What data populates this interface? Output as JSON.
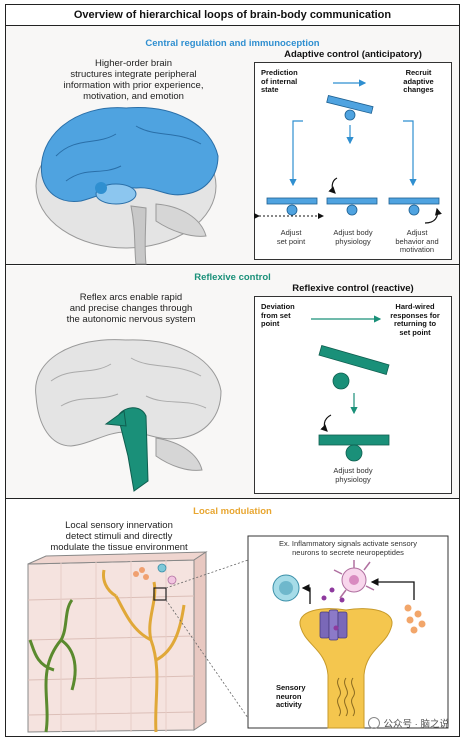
{
  "title": "Overview of hierarchical loops of brain-body communication",
  "central": {
    "heading": "Central regulation and immunoception",
    "description": "Higher-order brain\nstructures integrate peripheral\ninformation with prior experience,\nmotivation, and emotion",
    "box_title": "Adaptive control (anticipatory)",
    "prediction_label": "Prediction\nof internal\nstate",
    "recruit_label": "Recruit\nadaptive\nchanges",
    "outcomes": [
      "Adjust\nset point",
      "Adjust body\nphysiology",
      "Adjust\nbehavior and\nmotivation"
    ],
    "color": "#2f8fd0"
  },
  "reflex": {
    "heading": "Reflexive control",
    "description": "Reflex arcs enable rapid\nand precise changes through\nthe autonomic nervous system",
    "box_title": "Reflexive control (reactive)",
    "deviation_label": "Deviation\nfrom set\npoint",
    "responses_label": "Hard-wired\nresponses for\nreturning to\nset point",
    "outcome": "Adjust body\nphysiology",
    "color": "#1a9079"
  },
  "local": {
    "heading": "Local modulation",
    "description": "Local sensory innervation\ndetect stimuli and directly\nmodulate the tissue environment",
    "example": "Ex. Inflammatory signals activate sensory\nneurons to secrete neuropeptides",
    "neuron_label": "Sensory\nneuron\nactivity",
    "color": "#e8a630"
  },
  "watermark": "公众号 · 脑之说"
}
